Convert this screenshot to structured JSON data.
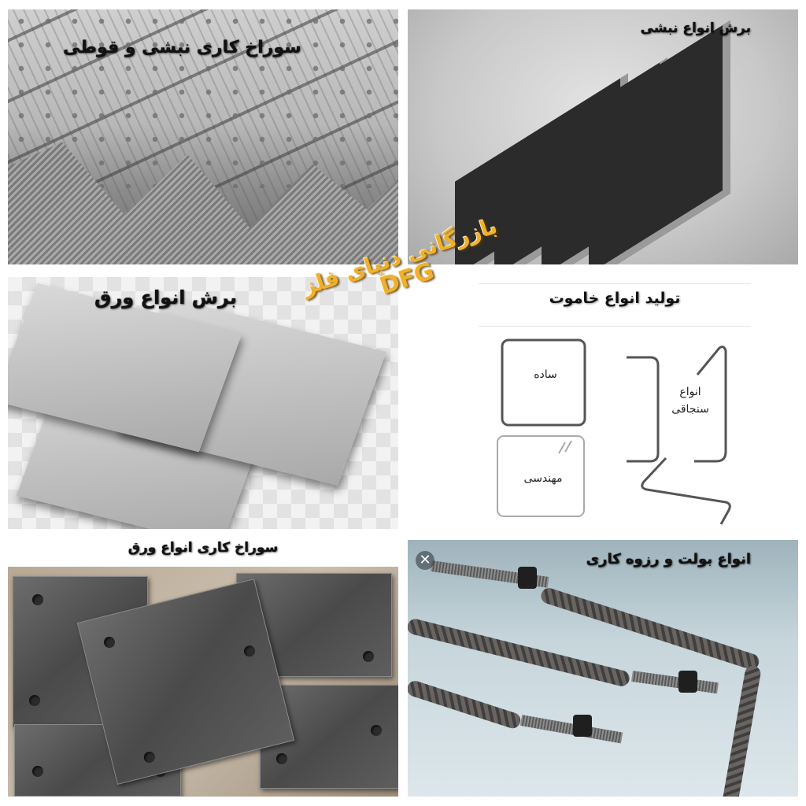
{
  "panels": {
    "angle_drilling": {
      "caption": "سوراخ کاری نبشی و قوطی"
    },
    "angle_cutting": {
      "caption": "برش انواع نبشی"
    },
    "sheet_cutting": {
      "caption": "برش انواع ورق"
    },
    "stirrup_production": {
      "title": "تولید انواع خاموت",
      "labels": {
        "simple": "ساده",
        "engineering": "مهندسی",
        "pin_types_line1": "انواع",
        "pin_types_line2": "سنجاقی"
      }
    },
    "sheet_drilling": {
      "caption": "سوراخ کاری انواع ورق"
    },
    "bolt_threading": {
      "caption": "انواع بولت و رزوه کاری",
      "close_icon": "✕"
    }
  },
  "watermark": {
    "line1": "بازرگانی دنیای فلز",
    "line2": "DFG",
    "color": "#f0b02c"
  },
  "colors": {
    "background": "#ffffff",
    "caption_text": "#111111",
    "stirrup_wire": "#555555"
  }
}
